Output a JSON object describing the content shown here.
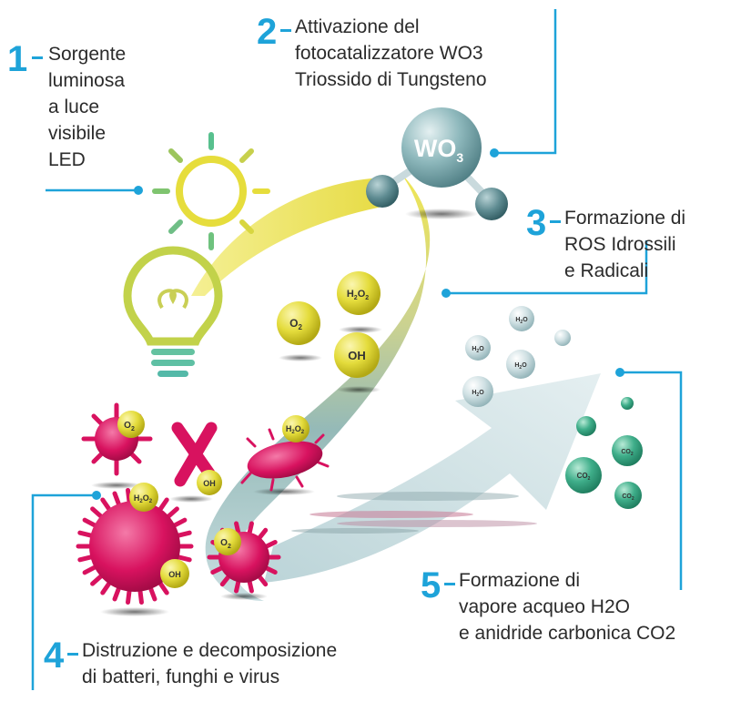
{
  "steps": [
    {
      "number": "1",
      "lines": [
        "Sorgente",
        "luminosa",
        "a luce",
        "visibile",
        "LED"
      ]
    },
    {
      "number": "2",
      "lines": [
        "Attivazione del",
        "fotocatalizzatore WO3",
        "Triossido di Tungsteno"
      ]
    },
    {
      "number": "3",
      "lines": [
        "Formazione di",
        "ROS Idrossili",
        "e Radicali"
      ]
    },
    {
      "number": "4",
      "lines": [
        "Distruzione e decomposizione",
        "di batteri, funghi e virus"
      ]
    },
    {
      "number": "5",
      "lines": [
        "Formazione di",
        "vapore acqueo H2O",
        "e anidride carbonica CO2"
      ]
    }
  ],
  "molecules": {
    "catalyst": {
      "main": "WO",
      "sub": "3"
    },
    "ros": [
      {
        "main": "O",
        "sub": "2"
      },
      {
        "main": "H",
        "sub": "2",
        "main2": "O",
        "sub2": "2"
      },
      {
        "main": "OH"
      }
    ],
    "microbe_labels": [
      {
        "main": "O",
        "sub": "2"
      },
      {
        "main": "H",
        "sub": "2",
        "main2": "O",
        "sub2": "2"
      },
      {
        "main": "OH"
      },
      {
        "main": "H",
        "sub": "2",
        "main2": "O",
        "sub2": "2"
      },
      {
        "main": "OH"
      },
      {
        "main": "O",
        "sub": "2"
      }
    ],
    "water": {
      "main": "H",
      "sub": "2",
      "main2": "O"
    },
    "co2": {
      "main": "CO",
      "sub": "2"
    }
  },
  "colors": {
    "accent": "#1ea3d9",
    "yellow": "#e6dd3c",
    "teal": "#7fb2b8",
    "magenta": "#d8125f",
    "green": "#3fae8a"
  }
}
